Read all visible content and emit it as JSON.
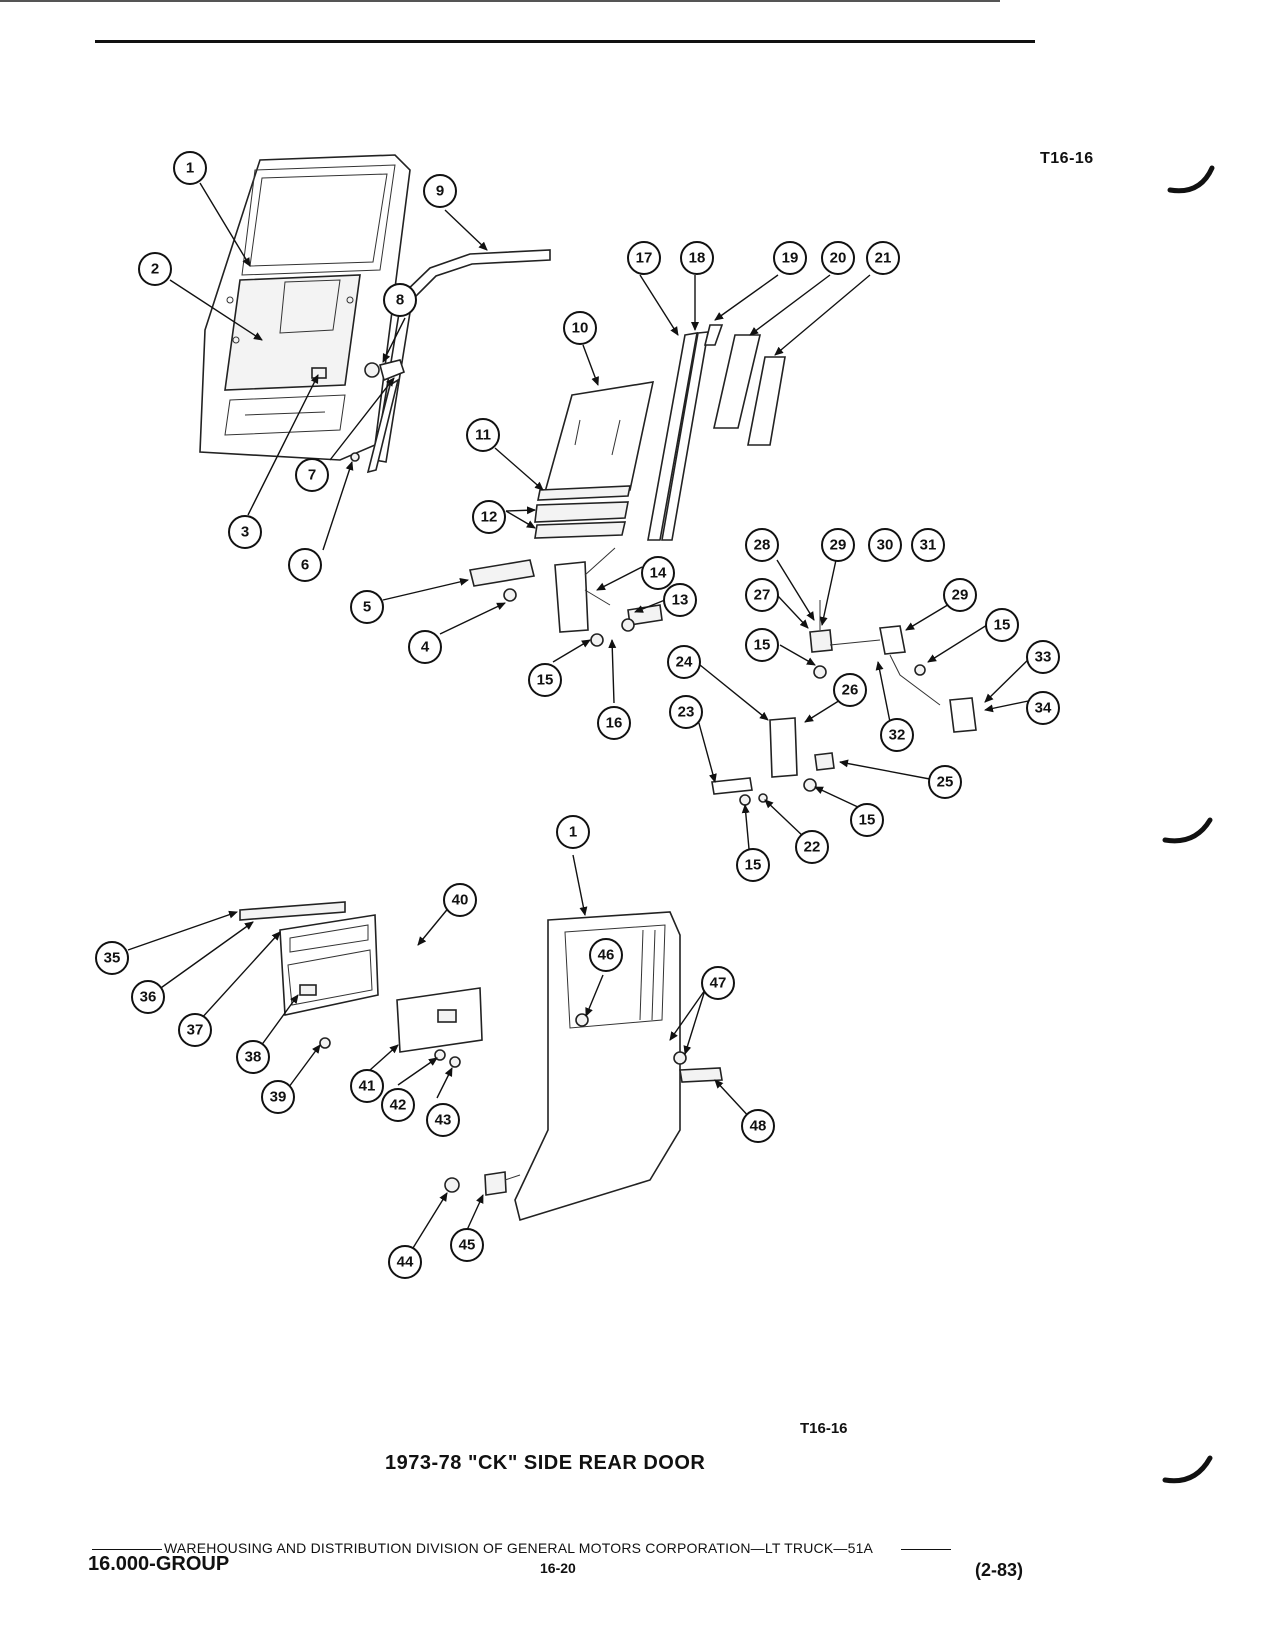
{
  "header": {
    "figure_ref_top": "T16-16"
  },
  "figure": {
    "figure_ref_bottom": "T16-16",
    "title": "1973-78 \"CK\" SIDE REAR DOOR"
  },
  "callouts": [
    {
      "label": "1"
    },
    {
      "label": "2"
    },
    {
      "label": "3"
    },
    {
      "label": "6"
    },
    {
      "label": "7"
    },
    {
      "label": "8"
    },
    {
      "label": "9"
    },
    {
      "label": "10"
    },
    {
      "label": "11"
    },
    {
      "label": "12"
    },
    {
      "label": "17"
    },
    {
      "label": "18"
    },
    {
      "label": "19"
    },
    {
      "label": "20"
    },
    {
      "label": "21"
    },
    {
      "label": "5"
    },
    {
      "label": "4"
    },
    {
      "label": "14"
    },
    {
      "label": "13"
    },
    {
      "label": "15"
    },
    {
      "label": "16"
    },
    {
      "label": "28"
    },
    {
      "label": "29"
    },
    {
      "label": "30"
    },
    {
      "label": "31"
    },
    {
      "label": "27"
    },
    {
      "label": "29"
    },
    {
      "label": "15"
    },
    {
      "label": "15"
    },
    {
      "label": "33"
    },
    {
      "label": "34"
    },
    {
      "label": "32"
    },
    {
      "label": "24"
    },
    {
      "label": "26"
    },
    {
      "label": "23"
    },
    {
      "label": "25"
    },
    {
      "label": "15"
    },
    {
      "label": "22"
    },
    {
      "label": "15"
    },
    {
      "label": "1"
    },
    {
      "label": "40"
    },
    {
      "label": "46"
    },
    {
      "label": "47"
    },
    {
      "label": "35"
    },
    {
      "label": "36"
    },
    {
      "label": "37"
    },
    {
      "label": "38"
    },
    {
      "label": "39"
    },
    {
      "label": "41"
    },
    {
      "label": "42"
    },
    {
      "label": "43"
    },
    {
      "label": "48"
    },
    {
      "label": "44"
    },
    {
      "label": "45"
    }
  ],
  "footer": {
    "division_text": "WAREHOUSING AND DISTRIBUTION  DIVISION OF GENERAL MOTORS CORPORATION—LT TRUCK—51A",
    "group": "16.000-GROUP",
    "page_number": "16-20",
    "revision": "(2-83)"
  }
}
